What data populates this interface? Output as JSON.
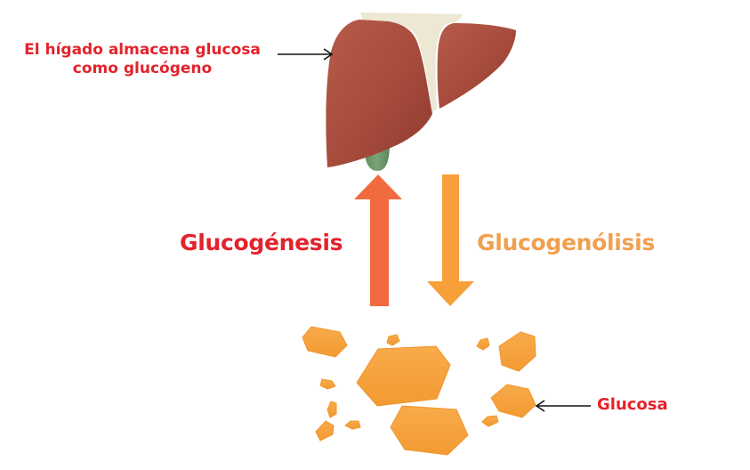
{
  "labels": {
    "liver_line1": "El hígado almacena glucosa",
    "liver_line2": "como glucógeno",
    "glucogenesis": "Glucogénesis",
    "glucogenolysis": "Glucogenólisis",
    "glucose": "Glucosa"
  },
  "colors": {
    "red_text": "#e3232b",
    "orange_text": "#f0a050",
    "up_arrow": "#f26b40",
    "down_arrow": "#f7a03a",
    "liver": "#a94c3d",
    "ligament": "#ece8d4",
    "gallbladder": "#6f9a6c",
    "glucose_crystal": "#f6a23e"
  },
  "icons": {
    "liver": "liver-icon",
    "gallbladder": "gallbladder-icon",
    "up_arrow": "arrow-up-icon",
    "down_arrow": "arrow-down-icon",
    "glucose": "glucose-crystal-icon"
  }
}
